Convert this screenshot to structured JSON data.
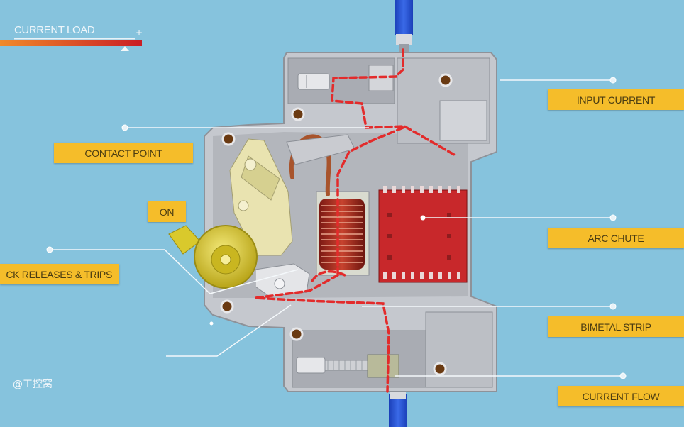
{
  "indicator": {
    "title": "CURRENT LOAD",
    "plus": "+"
  },
  "labels": {
    "input_current": "INPUT CURRENT",
    "contact_point": "CONTACT POINT",
    "on": "ON",
    "releases_trips": "CK RELEASES & TRIPS",
    "arc_chute": "ARC CHUTE",
    "bimetal_strip": "BIMETAL STRIP",
    "current_flow": "CURRENT FLOW"
  },
  "watermark": "@工控窝",
  "colors": {
    "background": "#86c3dd",
    "label": "#f5bd2a",
    "current_path": "#e32b2b",
    "housing": "#b9bcc2",
    "arc_chute": "#c8282b",
    "lever": "#e9e3b0",
    "knob": "#e2d23a"
  }
}
